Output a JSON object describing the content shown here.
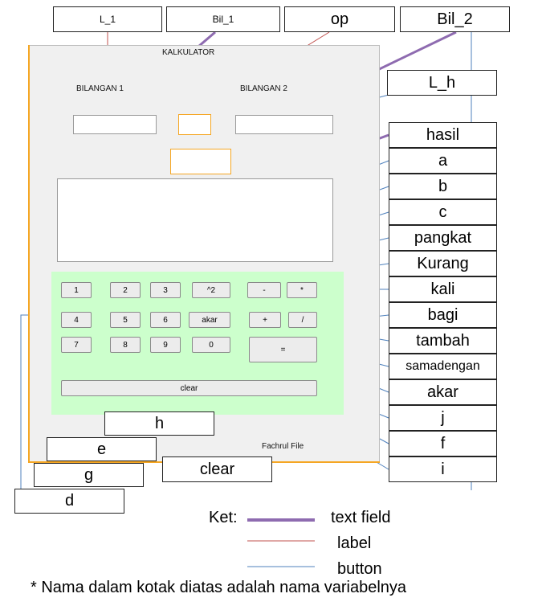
{
  "form": {
    "title": "KALKULATOR",
    "label_bil1": "BILANGAN 1",
    "label_bil2": "BILANGAN 2",
    "author": "Fachrul File"
  },
  "buttons": {
    "b1": "1",
    "b2": "2",
    "b3": "3",
    "pow": "^2",
    "minus": "-",
    "times": "*",
    "b4": "4",
    "b5": "5",
    "b6": "6",
    "sqrt": "akar",
    "plus": "+",
    "div": "/",
    "b7": "7",
    "b8": "8",
    "b9": "9",
    "b0": "0",
    "equals": "=",
    "clear": "clear"
  },
  "variable_names": {
    "l1": "L_1",
    "bil1": "Bil_1",
    "op": "op",
    "bil2": "Bil_2",
    "lh": "L_h",
    "hasil": "hasil",
    "a": "a",
    "b": "b",
    "c": "c",
    "pangkat": "pangkat",
    "kurang": "Kurang",
    "kali": "kali",
    "bagi": "bagi",
    "tambah": "tambah",
    "samadengan": "samadengan",
    "akar": "akar",
    "j": "j",
    "f": "f",
    "i": "i",
    "h": "h",
    "e": "e",
    "clear": "clear",
    "g": "g",
    "d": "d"
  },
  "legend": {
    "ket": "Ket:",
    "text_field": "text field",
    "label": "label",
    "button": "button"
  },
  "note": "* Nama dalam kotak diatas adalah nama variabelnya",
  "colors": {
    "text_field_line": "#8e6bb0",
    "label_line": "#c0504d",
    "button_line": "#4f81bd",
    "panel_green": "#ccffcc",
    "frame_orange": "#f5a623"
  }
}
